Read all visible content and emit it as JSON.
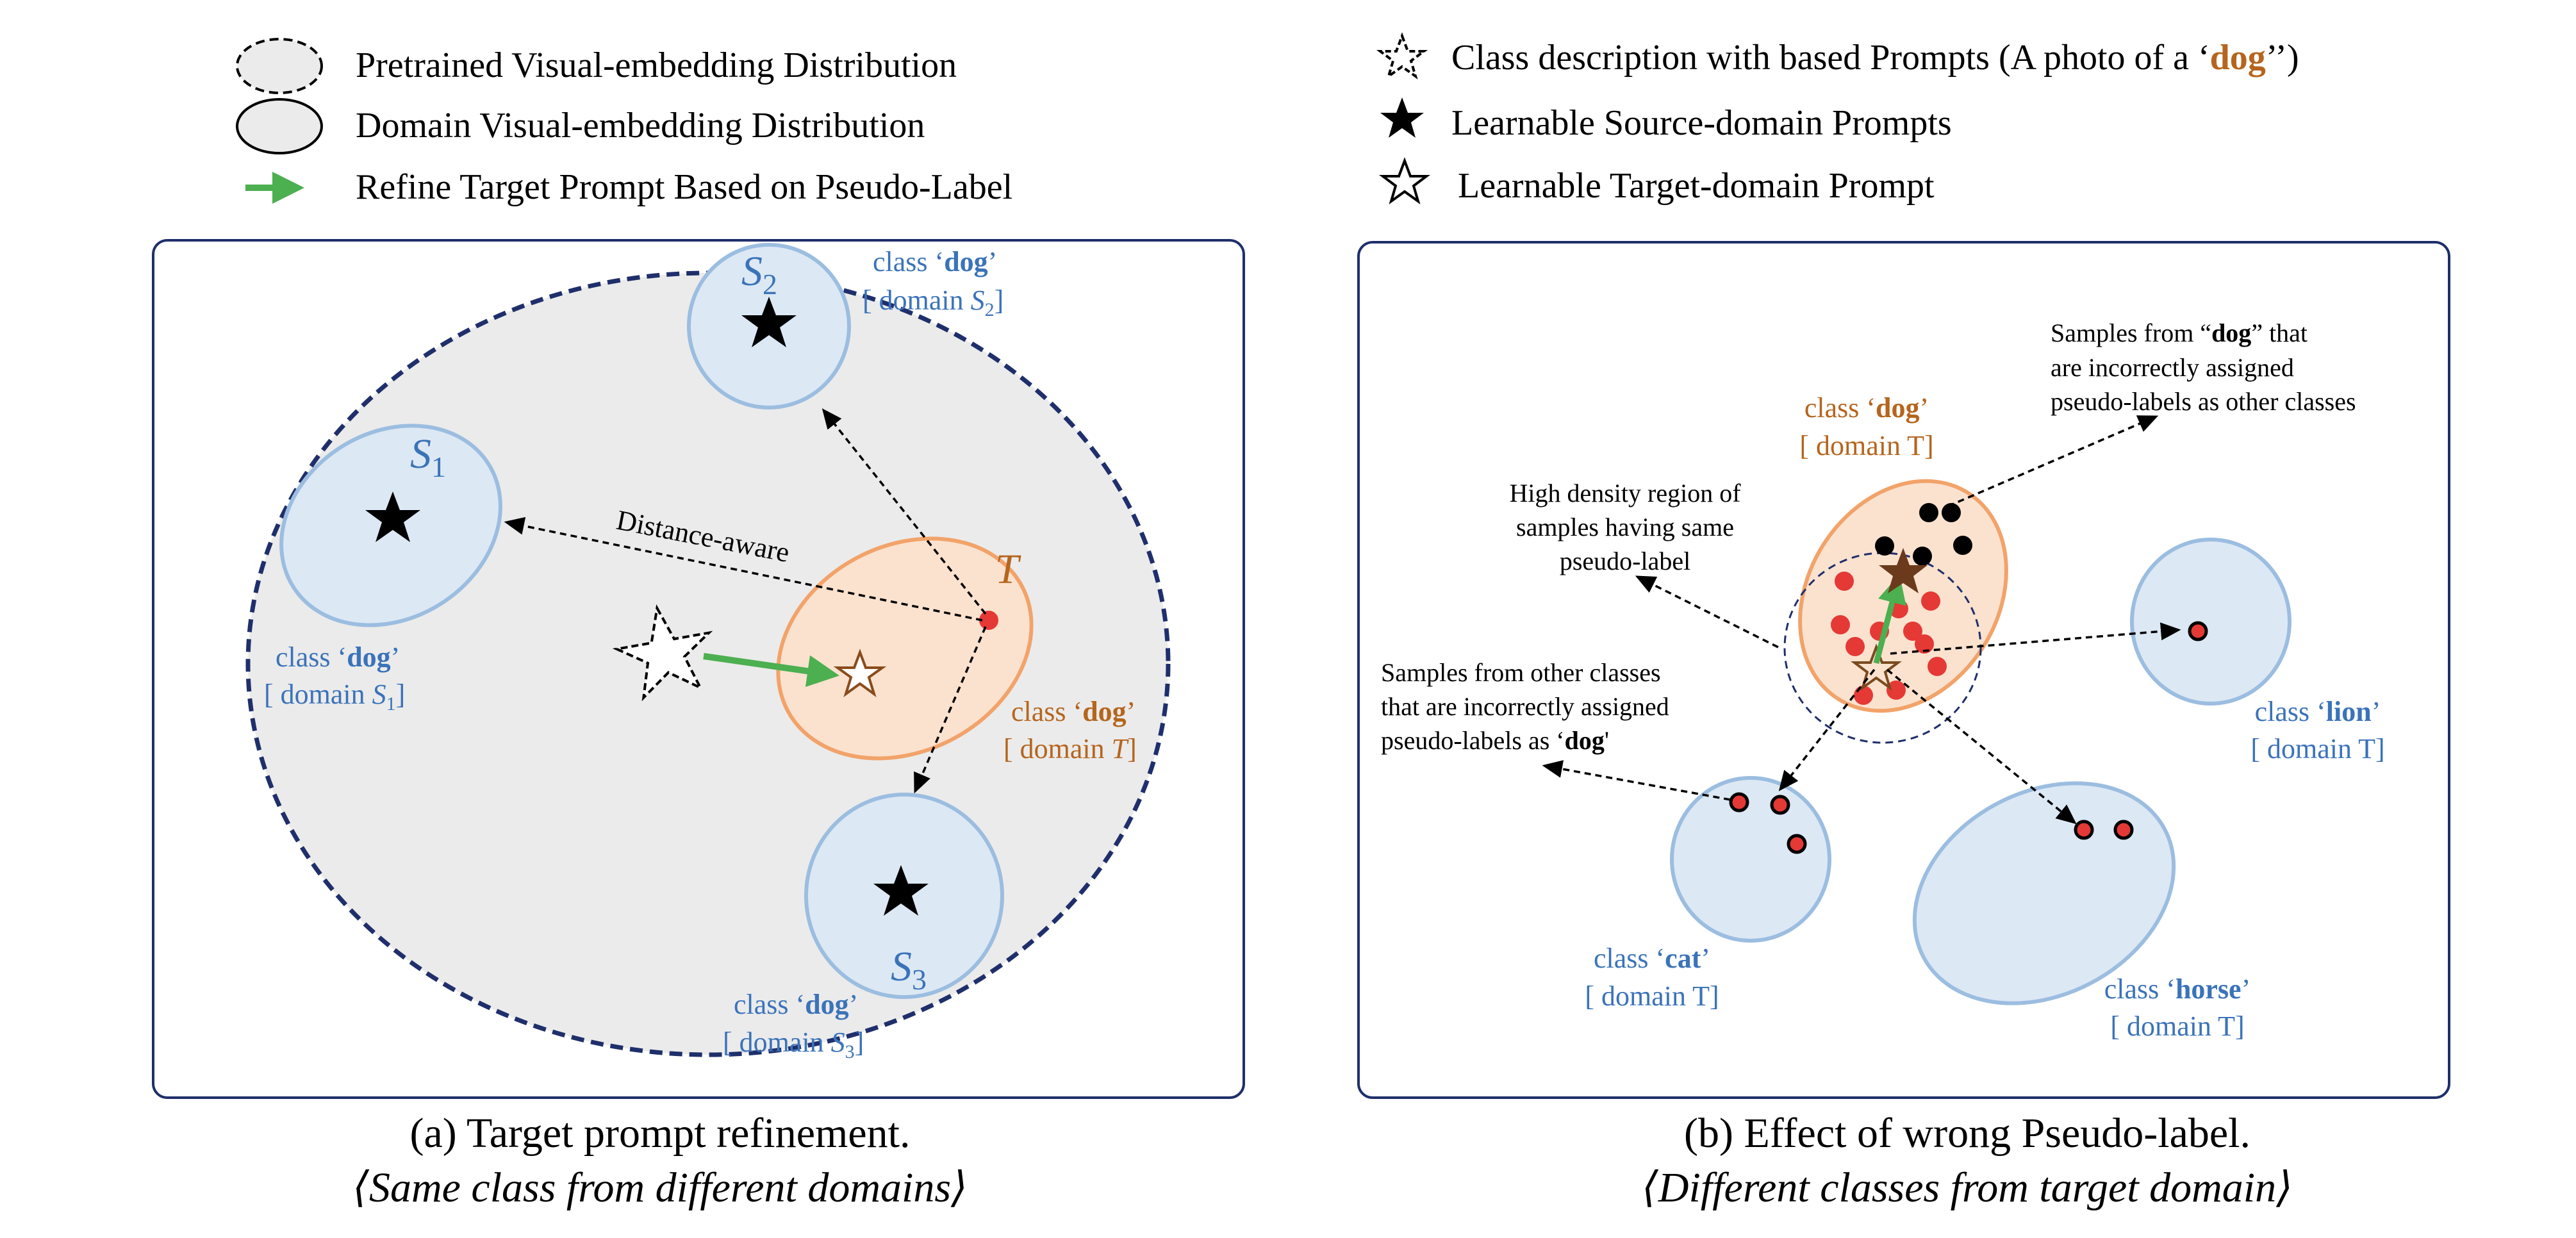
{
  "legend_left": {
    "items": [
      {
        "icon": "dashed-ellipse-icon",
        "text": "Pretrained Visual-embedding Distribution"
      },
      {
        "icon": "solid-ellipse-icon",
        "text": "Domain Visual-embedding Distribution"
      },
      {
        "icon": "green-arrow-icon",
        "text": "Refine Target Prompt Based on Pseudo-Label"
      }
    ]
  },
  "legend_right": {
    "item1_pre": "Class description with based Prompts (A photo of a ‘",
    "item1_dog": "dog",
    "item1_post": "’’)",
    "item2": "Learnable Source-domain Prompts",
    "item3": "Learnable Target-domain Prompt"
  },
  "panel_a": {
    "s1": "S",
    "s1_sub": "1",
    "s2": "S",
    "s2_sub": "2",
    "s3": "S",
    "s3_sub": "3",
    "t": "T",
    "distance_label": "Distance-aware",
    "class_prefix": "class ‘",
    "class_name": "dog",
    "class_suffix": "’",
    "domain_prefix": "[ domain ",
    "domain_suffix": "]",
    "domain_s": "S",
    "domain_t": "T",
    "sub1": "1",
    "sub2": "2",
    "sub3": "3",
    "caption_main": "(a)  Target prompt refinement.",
    "caption_sub": "⟨Same class from different domains⟩"
  },
  "panel_b": {
    "dog_prefix": "class ‘",
    "dog_name": "dog",
    "dog_suffix": "’",
    "dog_domain": "[ domain T]",
    "note_top_l1_pre": "Samples from “",
    "note_top_l1_bold": "dog",
    "note_top_l1_post": "” that",
    "note_top_l2": "are incorrectly assigned",
    "note_top_l3": "pseudo-labels as other classes",
    "note_density_l1": "High density region of",
    "note_density_l2": "samples having same",
    "note_density_l3": "pseudo-label",
    "note_other_l1": "Samples from other classes",
    "note_other_l2": "that are incorrectly assigned",
    "note_other_l3_pre": "pseudo-labels as ‘",
    "note_other_l3_bold": "dog",
    "note_other_l3_post": "'",
    "lion_name": "lion",
    "cat_name": "cat",
    "horse_name": "horse",
    "class_prefix": "class ‘",
    "class_suffix": "’",
    "domain_t": "[ domain T]",
    "caption_main": "(b) Effect of wrong Pseudo-label.",
    "caption_sub": "⟨Different classes from target domain⟩"
  },
  "colors": {
    "blue_text": "#3b73b9",
    "brown_text": "#b5651d",
    "orange_fill": "#fbe2cf",
    "orange_stroke": "#f2a36a",
    "blue_fill": "#dce8f4",
    "blue_stroke": "#9bbde0",
    "navy": "#1f2f6b",
    "green": "#4caf50",
    "red_dot": "#e53935"
  }
}
